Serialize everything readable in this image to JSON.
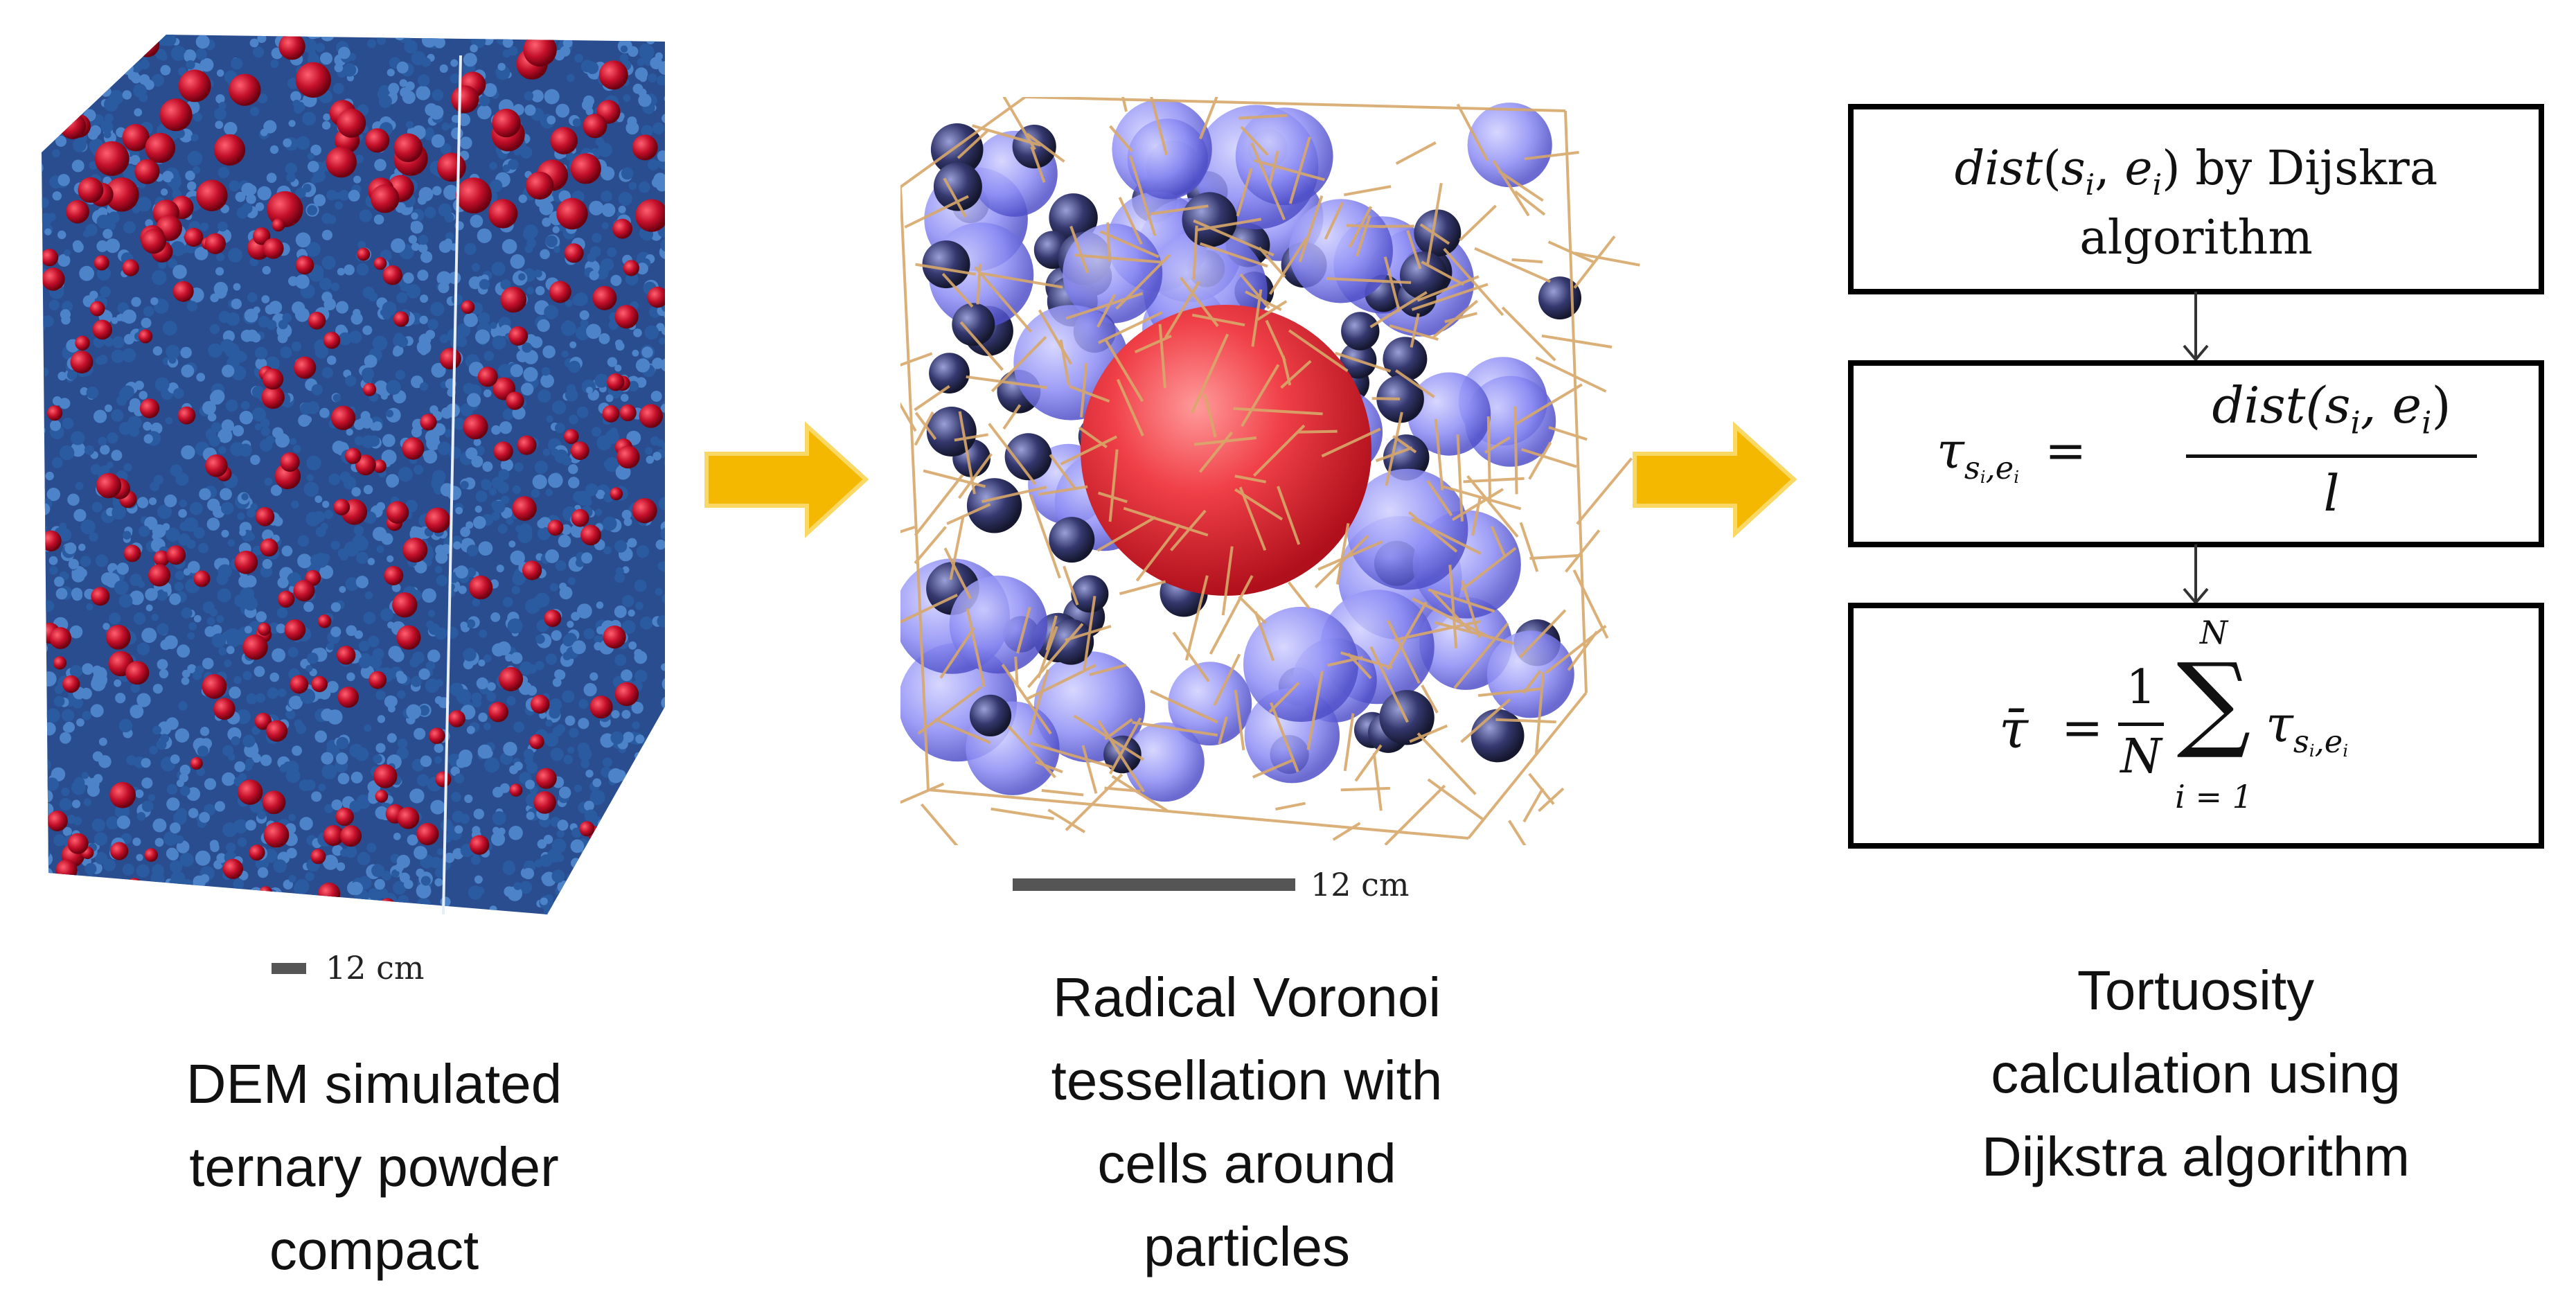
{
  "panels": [
    {
      "caption_lines": [
        "DEM simulated",
        "ternary powder",
        "compact"
      ],
      "scale_label": "12 cm"
    },
    {
      "caption_lines": [
        "Radical Voronoi",
        "tessellation with",
        "cells around",
        "particles"
      ],
      "scale_label": "12 cm"
    },
    {
      "caption_lines": [
        "Tortuosity",
        "calculation using",
        "Dijkstra algorithm"
      ]
    }
  ],
  "steps": {
    "step1": {
      "func": "dist",
      "arg1": "s",
      "arg1_sub": "i",
      "arg2": "e",
      "arg2_sub": "i",
      "text_suffix": " by Dijskra",
      "line2": "algorithm"
    },
    "step2": {
      "lhs": "τ",
      "lhs_sub": "s",
      "lhs_subsub": "i",
      "lhs_sub2": "e",
      "lhs_subsub2": "i",
      "numerator": "dist(s",
      "num_sub1": "i",
      "num_mid": ", e",
      "num_sub2": "i",
      "num_end": ")",
      "denominator": "l"
    },
    "step3": {
      "lhs": "τ̄",
      "frac_num": "1",
      "frac_den": "N",
      "sum_top": "N",
      "sum_bottom": "i = 1",
      "term": "τ",
      "term_sub": "s",
      "term_subsub": "i",
      "term_sub2": "e",
      "term_subsub2": "i"
    }
  },
  "colors": {
    "arrow": "#f5b800",
    "arrow_edge": "#f9d04a",
    "red_particle": "#c4102a",
    "blue_particle": "#3c6fb4",
    "voronoi_lines": "#d8a86a",
    "light_blue": "#8c8cf5",
    "scalebar": "#555555"
  }
}
